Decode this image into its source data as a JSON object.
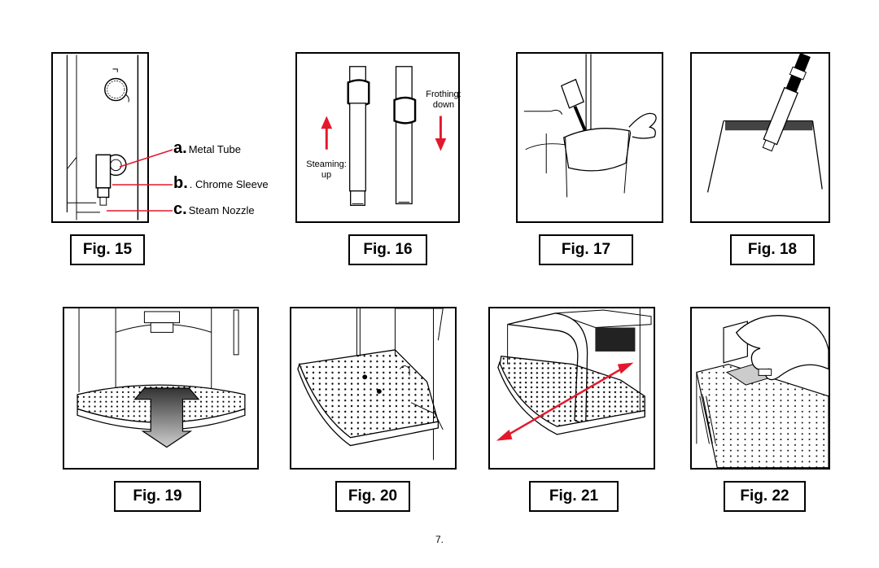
{
  "figures": [
    {
      "id": 15,
      "caption": "Fig. 15"
    },
    {
      "id": 16,
      "caption": "Fig. 16"
    },
    {
      "id": 17,
      "caption": "Fig. 17"
    },
    {
      "id": 18,
      "caption": "Fig. 18"
    },
    {
      "id": 19,
      "caption": "Fig. 19"
    },
    {
      "id": 20,
      "caption": "Fig. 20"
    },
    {
      "id": 21,
      "caption": "Fig. 21"
    },
    {
      "id": 22,
      "caption": "Fig. 22"
    }
  ],
  "fig15_callouts": {
    "a_letter": "a.",
    "a_text": "Metal Tube",
    "b_letter": "b.",
    "b_text": ". Chrome Sleeve",
    "c_letter": "c.",
    "c_text": "Steam Nozzle"
  },
  "fig16_labels": {
    "steaming": "Steaming:",
    "steaming_dir": "up",
    "frothing": "Frothing:",
    "frothing_dir": "down"
  },
  "colors": {
    "arrow": "#e3182d",
    "line": "#000000"
  },
  "page_number": "7."
}
